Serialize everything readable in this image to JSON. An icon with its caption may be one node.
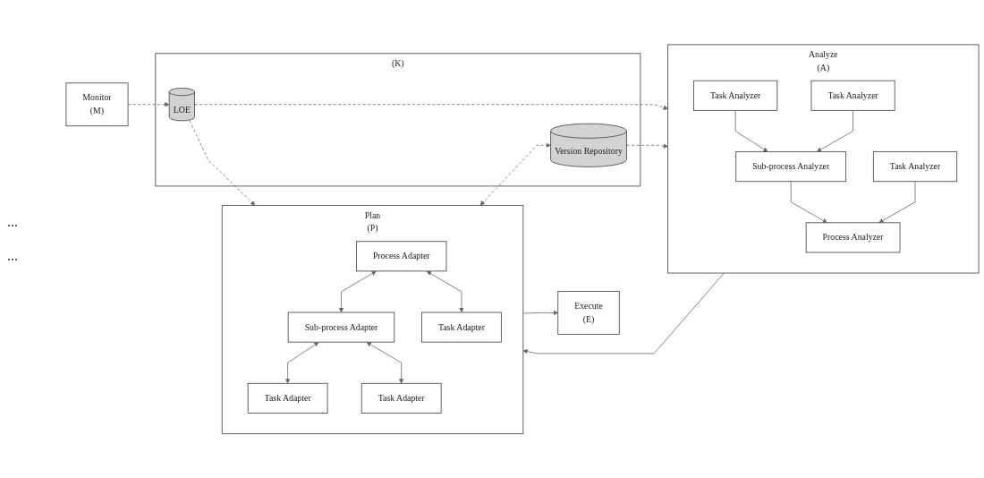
{
  "diagram": {
    "nodes": [
      {
        "text": [
          "(K)"
        ]
      },
      {
        "text": [
          "LOE"
        ],
        "in": 0
      },
      {
        "text": [
          "Version Repository"
        ],
        "in": 0
      },
      {
        "text": [
          "Monitor",
          "(M)"
        ]
      },
      {
        "text": [
          "Analyze",
          "(A)"
        ]
      },
      {
        "text": [
          "Task Analyzer"
        ],
        "in": 4
      },
      {
        "text": [
          "Task Analyzer"
        ],
        "in": 4
      },
      {
        "text": [
          "Sub-process Analyzer"
        ],
        "in": 4
      },
      {
        "text": [
          "Process Analyzer"
        ],
        "in": 4
      },
      {
        "text": [
          "Task Analyzer"
        ],
        "in": 4
      },
      {
        "text": [
          "Plan",
          "(P)"
        ]
      },
      {
        "text": [
          "Sub-process Adapter"
        ],
        "in": 10
      },
      {
        "text": [
          "Task Adapter"
        ],
        "in": 10
      },
      {
        "text": [
          "Task Adapter"
        ],
        "in": 10
      },
      {
        "text": [
          "Process Adapter"
        ],
        "in": 10
      },
      {
        "text": [
          "Task Adapter"
        ],
        "in": 10
      },
      {
        "text": [
          "Execute",
          "(E)"
        ]
      }
    ],
    "edges": [
      {
        "from": 3,
        "to": 1,
        "arrow": "to",
        "style": "dashed"
      },
      {
        "from": 1,
        "to": 4,
        "arrow": "to",
        "style": "dashed"
      },
      {
        "from": 1,
        "to": 10,
        "arrow": "to",
        "style": "dashed"
      },
      {
        "from": 2,
        "to": 4,
        "arrow": "to",
        "style": "dashed"
      },
      {
        "from": 10,
        "to": 2,
        "arrow": "both",
        "style": "dashed"
      },
      {
        "from": 5,
        "to": 7,
        "arrow": "to"
      },
      {
        "from": 6,
        "to": 7,
        "arrow": "to"
      },
      {
        "from": 7,
        "to": 8,
        "arrow": "to"
      },
      {
        "from": 9,
        "to": 8,
        "arrow": "to"
      },
      {
        "from": 4,
        "to": 10,
        "arrow": "to"
      },
      {
        "from": 10,
        "to": 16,
        "arrow": "to"
      },
      {
        "from": 14,
        "to": 11,
        "arrow": "both"
      },
      {
        "from": 11,
        "to": 12,
        "arrow": "both"
      },
      {
        "from": 11,
        "to": 13,
        "arrow": "both"
      },
      {
        "from": 14,
        "to": 15,
        "arrow": "both"
      }
    ],
    "labels": [
      "...",
      "..."
    ]
  }
}
